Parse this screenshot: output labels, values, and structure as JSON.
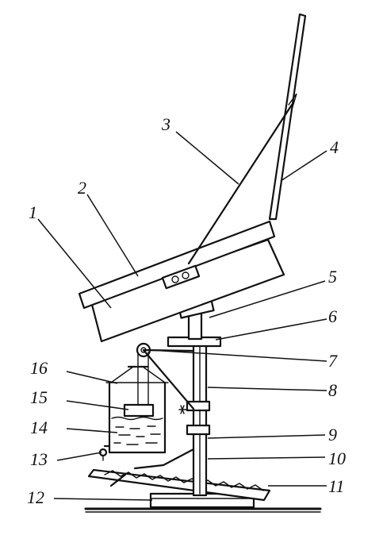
{
  "colors": {
    "ink": "#111111",
    "paper": "#ffffff"
  },
  "callouts": [
    {
      "id": "c1",
      "text": "1"
    },
    {
      "id": "c2",
      "text": "2"
    },
    {
      "id": "c3",
      "text": "3"
    },
    {
      "id": "c4",
      "text": "4"
    },
    {
      "id": "c5",
      "text": "5"
    },
    {
      "id": "c6",
      "text": "6"
    },
    {
      "id": "c7",
      "text": "7"
    },
    {
      "id": "c8",
      "text": "8"
    },
    {
      "id": "c9",
      "text": "9"
    },
    {
      "id": "c10",
      "text": "10"
    },
    {
      "id": "c11",
      "text": "11"
    },
    {
      "id": "c12",
      "text": "12"
    },
    {
      "id": "c13",
      "text": "13"
    },
    {
      "id": "c14",
      "text": "14"
    },
    {
      "id": "c15",
      "text": "15"
    },
    {
      "id": "c16",
      "text": "16"
    }
  ]
}
